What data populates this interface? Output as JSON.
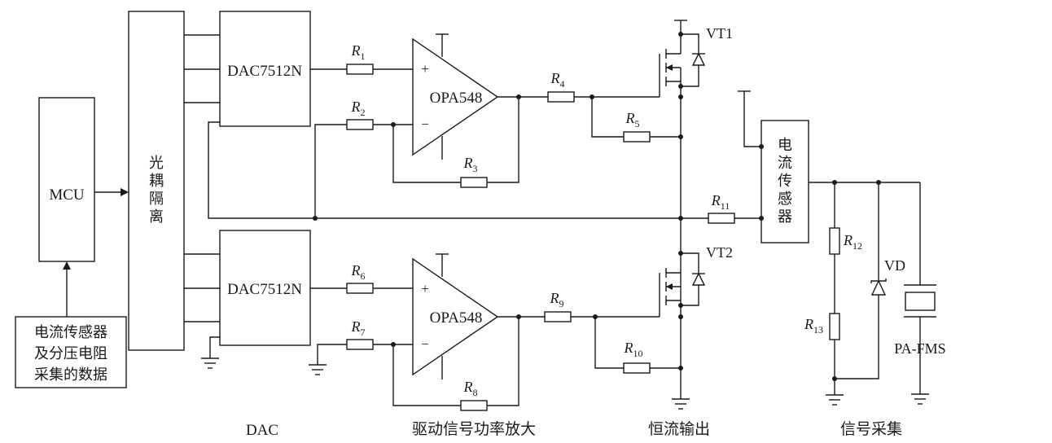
{
  "blocks": {
    "mcu": "MCU",
    "optocoupler": [
      "光",
      "耦",
      "隔",
      "离"
    ],
    "dac_top": "DAC7512N",
    "dac_bottom": "DAC7512N",
    "opamp_top": "OPA548",
    "opamp_bottom": "OPA548",
    "current_sensor": [
      "电",
      "流",
      "传",
      "感",
      "器"
    ],
    "data_input": [
      "电流传感器",
      "及分压电阻",
      "采集的数据"
    ]
  },
  "components": {
    "R1": {
      "letter": "R",
      "sub": "1"
    },
    "R2": {
      "letter": "R",
      "sub": "2"
    },
    "R3": {
      "letter": "R",
      "sub": "3"
    },
    "R4": {
      "letter": "R",
      "sub": "4"
    },
    "R5": {
      "letter": "R",
      "sub": "5"
    },
    "R6": {
      "letter": "R",
      "sub": "6"
    },
    "R7": {
      "letter": "R",
      "sub": "7"
    },
    "R8": {
      "letter": "R",
      "sub": "8"
    },
    "R9": {
      "letter": "R",
      "sub": "9"
    },
    "R10": {
      "letter": "R",
      "sub": "10"
    },
    "R11": {
      "letter": "R",
      "sub": "11"
    },
    "R12": {
      "letter": "R",
      "sub": "12"
    },
    "R13": {
      "letter": "R",
      "sub": "13"
    },
    "VT1": "VT1",
    "VT2": "VT2",
    "VD": "VD",
    "load": "PA-FMS"
  },
  "opamp_pins": {
    "plus": "+",
    "minus": "−"
  },
  "sections": [
    "DAC",
    "驱动信号功率放大",
    "恒流输出",
    "信号采集"
  ]
}
